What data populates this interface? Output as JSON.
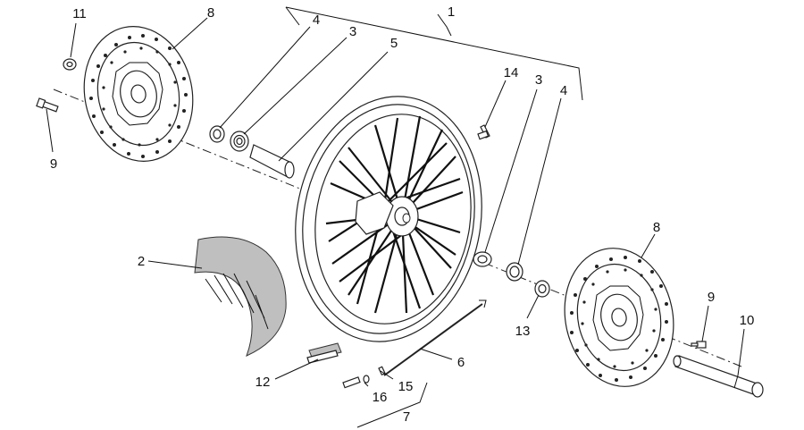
{
  "callouts": [
    {
      "id": "c1",
      "text": "1"
    },
    {
      "id": "c2",
      "text": "2"
    },
    {
      "id": "c3a",
      "text": "3"
    },
    {
      "id": "c3b",
      "text": "3"
    },
    {
      "id": "c4a",
      "text": "4"
    },
    {
      "id": "c4b",
      "text": "4"
    },
    {
      "id": "c5",
      "text": "5"
    },
    {
      "id": "c6",
      "text": "6"
    },
    {
      "id": "c7",
      "text": "7"
    },
    {
      "id": "c8a",
      "text": "8"
    },
    {
      "id": "c8b",
      "text": "8"
    },
    {
      "id": "c9a",
      "text": "9"
    },
    {
      "id": "c9b",
      "text": "9"
    },
    {
      "id": "c10",
      "text": "10"
    },
    {
      "id": "c11",
      "text": "11"
    },
    {
      "id": "c12",
      "text": "12"
    },
    {
      "id": "c13",
      "text": "13"
    },
    {
      "id": "c14",
      "text": "14"
    },
    {
      "id": "c15",
      "text": "15"
    },
    {
      "id": "c16",
      "text": "16"
    }
  ]
}
